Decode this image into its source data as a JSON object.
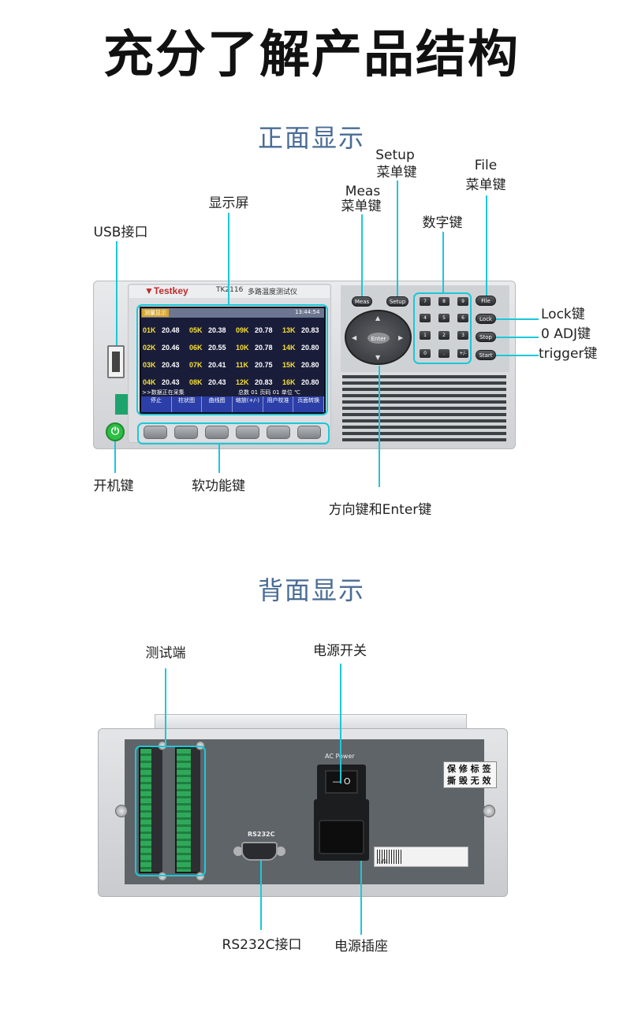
{
  "title": "充分了解产品结构",
  "front": {
    "section_title": "正面显示",
    "labels": {
      "setup_1": "Setup",
      "setup_2": "菜单键",
      "file_1": "File",
      "file_2": "菜单键",
      "meas_1": "Meas",
      "meas_2": "菜单键",
      "display": "显示屏",
      "numeric": "数字键",
      "usb": "USB接口",
      "lock": "Lock键",
      "zero_adj": "0 ADJ键",
      "trigger": "trigger键",
      "power": "开机键",
      "soft_keys": "软功能键",
      "direction": "方向键和Enter键"
    },
    "device": {
      "brand": "Testkey",
      "model": "TK2116",
      "model_desc": "多路温度测试仪",
      "screen_tab": "测量显示",
      "time": "13:44:54",
      "rows": [
        [
          [
            "01K",
            "20.48"
          ],
          [
            "05K",
            "20.38"
          ],
          [
            "09K",
            "20.78"
          ],
          [
            "13K",
            "20.83"
          ]
        ],
        [
          [
            "02K",
            "20.46"
          ],
          [
            "06K",
            "20.55"
          ],
          [
            "10K",
            "20.78"
          ],
          [
            "14K",
            "20.80"
          ]
        ],
        [
          [
            "03K",
            "20.43"
          ],
          [
            "07K",
            "20.41"
          ],
          [
            "11K",
            "20.75"
          ],
          [
            "15K",
            "20.80"
          ]
        ],
        [
          [
            "04K",
            "20.43"
          ],
          [
            "08K",
            "20.43"
          ],
          [
            "12K",
            "20.83"
          ],
          [
            "16K",
            "20.80"
          ]
        ]
      ],
      "status": ">>数据正在采集",
      "status_info": "总数 01  页码 01  单位 ℃",
      "softkeys": [
        "停止",
        "柱状图",
        "曲线图",
        "缩放(+/-)",
        "用户校准",
        "页面转换"
      ],
      "keys": {
        "meas": "Meas",
        "setup": "Setup",
        "file": "File",
        "lock": "Lock",
        "stop": "Stop",
        "start": "Start",
        "enter": "Enter"
      },
      "numpad": [
        "7",
        "8",
        "9",
        "4",
        "5",
        "6",
        "1",
        "2",
        "3",
        "0",
        ".",
        "+/-"
      ]
    }
  },
  "rear": {
    "section_title": "背面显示",
    "labels": {
      "test_terminal": "测试端",
      "power_switch": "电源开关",
      "rs232": "RS232C接口",
      "power_socket": "电源插座"
    },
    "device": {
      "ac_power": "AC Power",
      "rs232_label": "RS232C",
      "sticker_1": "保 修 标 签",
      "sticker_2": "撕 毁 无 效",
      "sn": "S/N:",
      "switch_text": "— O"
    }
  },
  "colors": {
    "accent": "#1bc8d8",
    "section_title": "#4a6c95",
    "brand": "#c02a2a",
    "screen_bg": "#1a1d3a",
    "channel_label": "#f6e032"
  }
}
